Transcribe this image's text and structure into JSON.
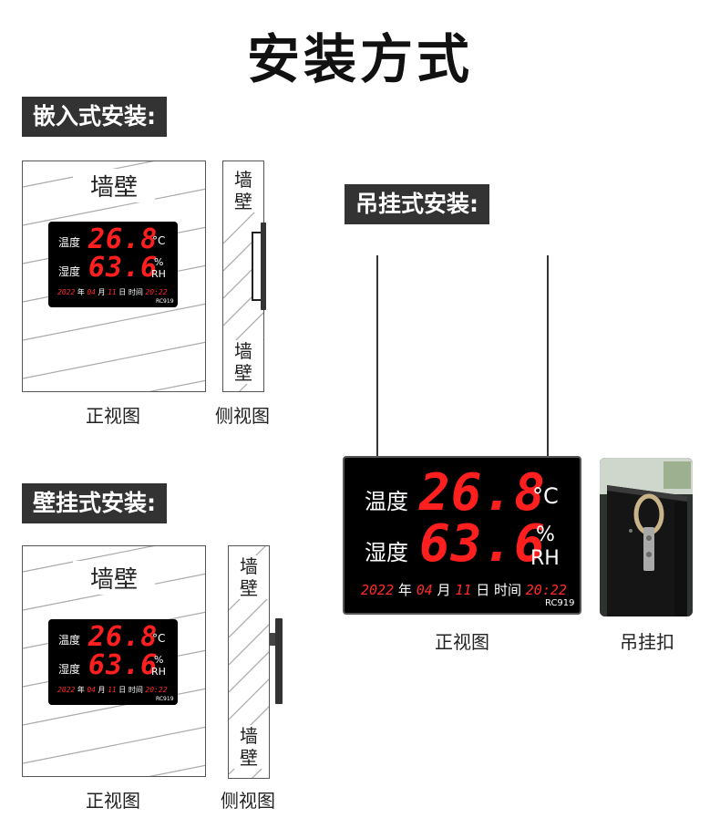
{
  "main_title": "安装方式",
  "sections": {
    "embedded": {
      "label": "嵌入式安装:",
      "front_caption": "正视图",
      "side_caption": "侧视图"
    },
    "wall": {
      "label": "壁挂式安装:",
      "front_caption": "正视图",
      "side_caption": "侧视图"
    },
    "hanging": {
      "label": "吊挂式安装:",
      "front_caption": "正视图",
      "buckle_caption": "吊挂扣"
    }
  },
  "wall_text": "墙壁",
  "wall_text_chars": [
    "墙",
    "壁"
  ],
  "display": {
    "temp_label": "温度",
    "temp_value": "26.8",
    "temp_unit": "°C",
    "hum_label": "湿度",
    "hum_value": "63.6",
    "hum_unit_top": "%",
    "hum_unit_bottom": "RH",
    "year": "2022",
    "year_label": "年",
    "month": "04",
    "month_label": "月",
    "day": "11",
    "day_label": "日",
    "time_label": "时间",
    "time": "20:22",
    "model": "RC919"
  },
  "colors": {
    "label_bg": "#333333",
    "display_bg": "#000000",
    "digit_red": "#ff1f1f",
    "hatch": "#aaaaaa"
  }
}
